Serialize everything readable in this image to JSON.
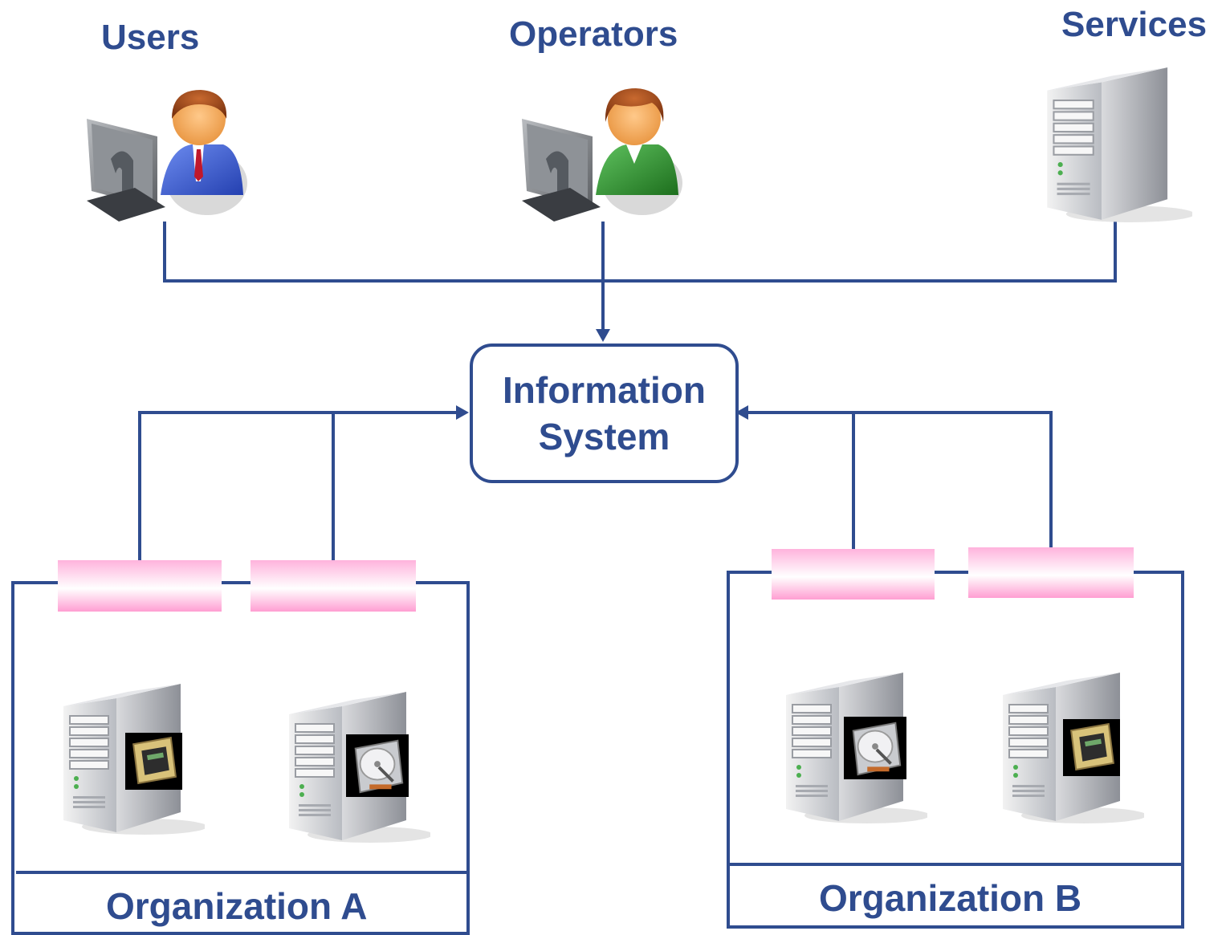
{
  "actors": {
    "users": "Users",
    "operators": "Operators",
    "services": "Services"
  },
  "hub": {
    "line1": "Information",
    "line2": "System"
  },
  "organizations": {
    "a": "Organization A",
    "b": "Organization B"
  },
  "colors": {
    "line": "#2f4c8f",
    "text": "#2f4c8f",
    "connector_pink": "#ffaad8",
    "user_suit": "#3a5fd0",
    "operator_suit": "#2e8b2e",
    "chip_gold": "#d8c27a"
  },
  "icons": {
    "users": "user-at-computer-icon",
    "operators": "operator-at-computer-icon",
    "services": "server-tower-icon",
    "cpu": "cpu-chip-icon",
    "disk": "hard-disk-icon"
  }
}
